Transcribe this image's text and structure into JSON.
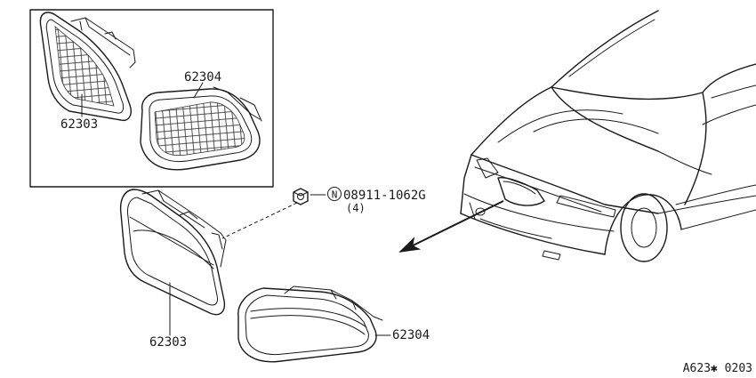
{
  "labels": {
    "inset_grille_left": "62303",
    "inset_grille_right": "62304",
    "main_grille_left": "62303",
    "main_grille_right": "62304",
    "fastener_part": "08911-1062G",
    "fastener_qty": "(4)",
    "fastener_symbol": "N",
    "drawing_code": "A623✱ 0203"
  },
  "colors": {
    "line": "#1a1a1a",
    "background": "#ffffff"
  }
}
